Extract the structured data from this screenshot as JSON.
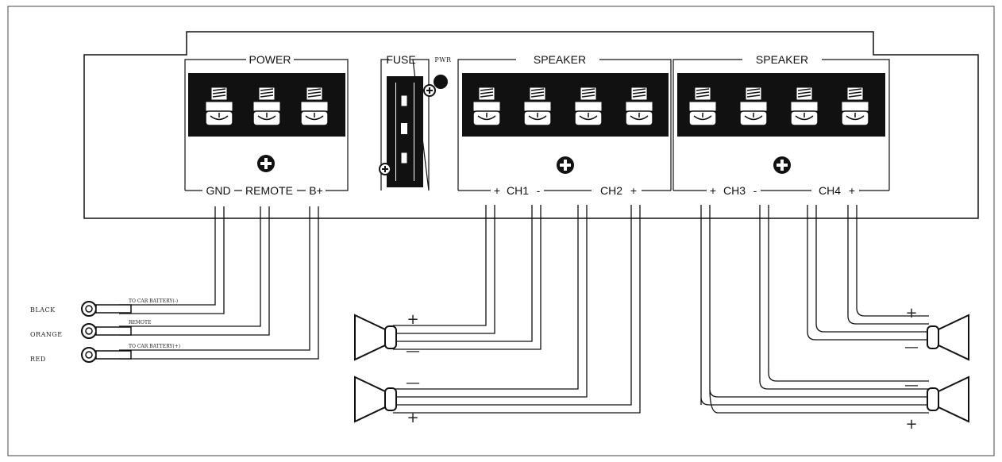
{
  "groups": {
    "power": "POWER",
    "fuse": "FUSE",
    "pwr": "PWR",
    "speaker_left": "SPEAKER",
    "speaker_right": "SPEAKER"
  },
  "terminals": {
    "gnd": "GND",
    "remote": "REMOTE",
    "bplus": "B+",
    "ch1": "CH1",
    "ch2": "CH2",
    "ch3": "CH3",
    "ch4": "CH4",
    "plus": "+",
    "minus": "-"
  },
  "wires": {
    "black_color": "BLACK",
    "orange_color": "ORANGE",
    "red_color": "RED",
    "black_note": "TO CAR BATTERY(-)",
    "orange_note": "REMOTE",
    "red_note": "TO CAR BATTERY(+)"
  },
  "polarity": {
    "plus": "+",
    "minus": "—"
  }
}
